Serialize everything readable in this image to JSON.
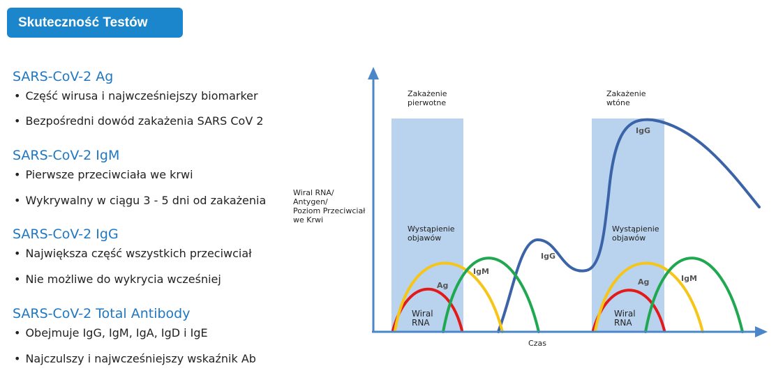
{
  "title": "Skuteczność Testów",
  "sections": [
    {
      "heading": "SARS-CoV-2 Ag",
      "bullets": [
        "Część wirusa i najwcześniejszy biomarker",
        "Bezpośredni dowód zakażenia SARS CoV 2"
      ]
    },
    {
      "heading": "SARS-CoV-2 IgM",
      "bullets": [
        "Pierwsze przeciwciała we krwi",
        "Wykrywalny w ciągu 3 - 5 dni od zakażenia"
      ]
    },
    {
      "heading": "SARS-CoV-2 IgG",
      "bullets": [
        "Największa część wszystkich przeciwciał",
        "Nie możliwe do wykrycia wcześniej"
      ]
    },
    {
      "heading": "SARS-CoV-2 Total Antibody",
      "bullets": [
        "Obejmuje IgG, IgM, IgA, IgD i IgE",
        "Najczulszy i najwcześniejszy wskaźnik Ab"
      ]
    }
  ],
  "diagram": {
    "y_axis_label": [
      "Wiral RNA/",
      "Antygen/",
      "Poziom Przeciwciał",
      "we Krwi"
    ],
    "x_axis_label": "Czas",
    "phase1": {
      "title": [
        "Zakażenie",
        "pierwotne"
      ],
      "symptoms": [
        "Wystąpienie",
        "objawów"
      ]
    },
    "phase2": {
      "title": [
        "Zakażenie",
        "wtóne"
      ],
      "symptoms": [
        "Wystąpienie",
        "objawów"
      ]
    },
    "curves": {
      "rna": {
        "label": [
          "Wiral",
          "RNA"
        ],
        "color": "#e21a1a"
      },
      "ag": {
        "label": "Ag",
        "color": "#f5c518"
      },
      "igm": {
        "label": "IgM",
        "color": "#1fa84f"
      },
      "igg": {
        "label": "IgG",
        "color": "#3b64a8"
      }
    },
    "colors": {
      "axis": "#4a86c8",
      "band": "#b9d3ee"
    }
  }
}
